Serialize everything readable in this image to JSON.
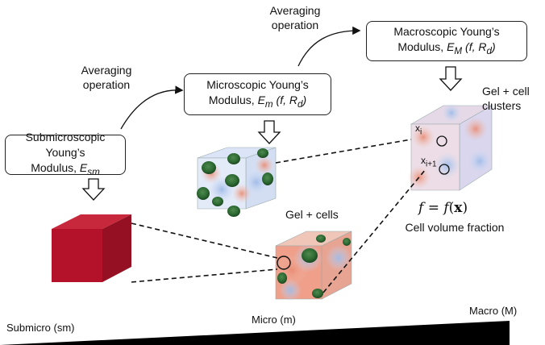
{
  "boxes": {
    "submicro": {
      "line1": "Submicroscopic Young’s",
      "line2_text": "Modulus, ",
      "symbol": "E",
      "subscript": "sm"
    },
    "micro": {
      "line1": "Microscopic Young’s",
      "line2_text": "Modulus, ",
      "symbol": "E",
      "subscript": "m",
      "args_open": " (",
      "f": "f",
      "comma": ", ",
      "R": "R",
      "R_sub": "d",
      "args_close": ")"
    },
    "macro": {
      "line1": "Macroscopic Young’s",
      "line2_text": "Modulus, ",
      "symbol": "E",
      "subscript": "M",
      "args_open": " (",
      "f": "f",
      "comma": ", ",
      "R": "R",
      "R_sub": "d",
      "args_close": ")"
    }
  },
  "averaging_labels": [
    {
      "line1": "Averaging",
      "line2": "operation"
    },
    {
      "line1": "Averaging",
      "line2": "operation"
    }
  ],
  "cube_labels": {
    "gel_cells": "Gel + cells",
    "gel_cell_clusters_line1": "Gel + cell",
    "gel_cell_clusters_line2": "clusters",
    "x_i": "x",
    "x_i_sub": "i",
    "x_i1": "x",
    "x_i1_sub": "i+1"
  },
  "formula": {
    "lhs": "f",
    "equals": " = ",
    "fn": "f",
    "open": "(",
    "arg": "x",
    "close": ")"
  },
  "formula_caption": "Cell volume fraction",
  "scale": {
    "submicro": "Submicro (sm)",
    "micro": "Micro (m)",
    "macro": "Macro (M)"
  },
  "colors": {
    "submicro_cube": "#b3122a",
    "cell_green": "#2d6a32",
    "gel_blue": "#a9c4ea",
    "gel_red": "#e8907a"
  }
}
